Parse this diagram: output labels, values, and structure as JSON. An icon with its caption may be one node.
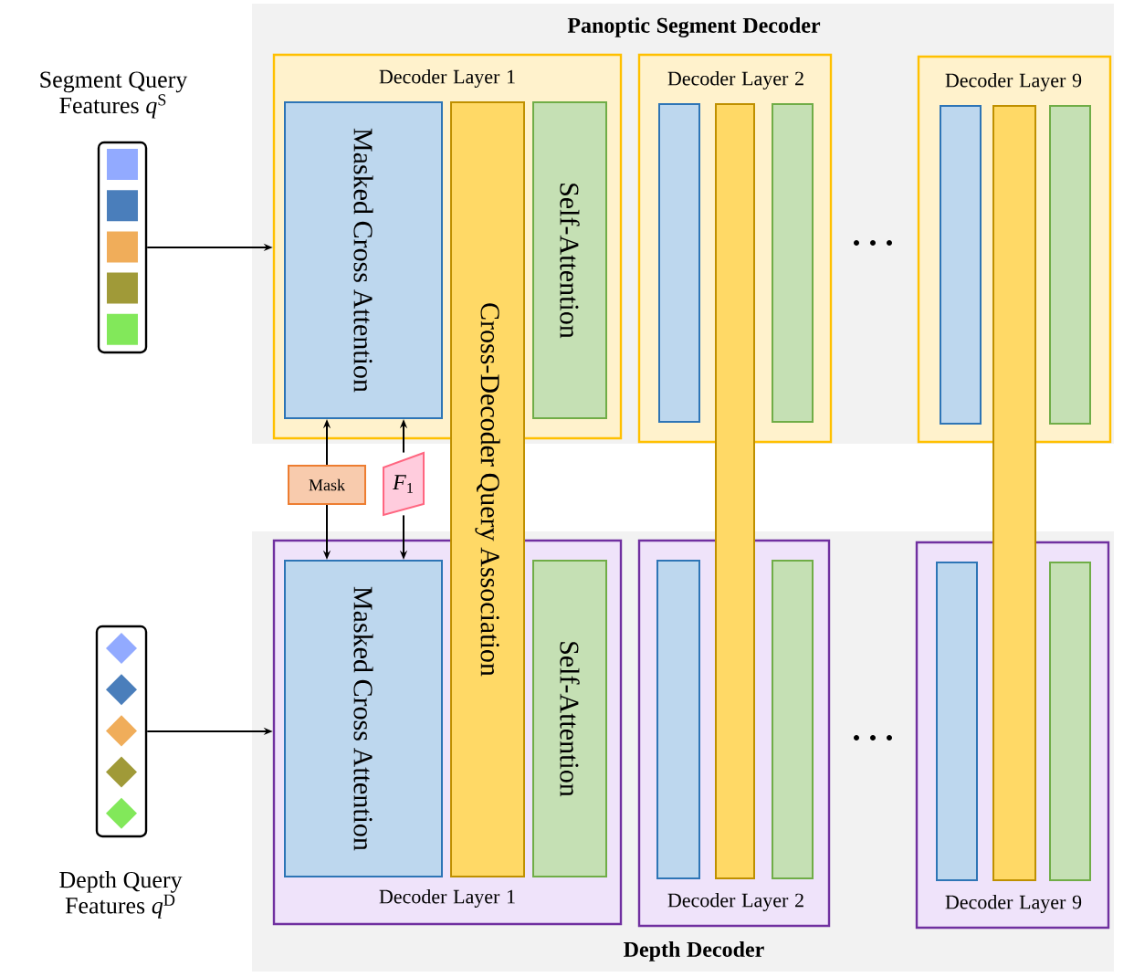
{
  "diagram": {
    "nodes": [
      {
        "text": [
          "Panoptic Segment Decoder"
        ]
      },
      {
        "text": [
          "Decoder Layer 1"
        ],
        "in": 0
      },
      {
        "text": [
          "Masked Cross Attention"
        ],
        "in": 1
      },
      {
        "text": [
          "Self-Attention"
        ],
        "in": 1
      },
      {
        "text": [
          "Decoder Layer 2"
        ],
        "in": 0
      },
      {
        "text": [],
        "shape": "bar",
        "in": 4
      },
      {
        "text": [],
        "shape": "bar",
        "in": 4
      },
      {
        "text": [
          "Decoder Layer 9"
        ],
        "in": 0
      },
      {
        "text": [],
        "shape": "bar",
        "in": 7
      },
      {
        "text": [],
        "shape": "bar",
        "in": 7
      },
      {
        "text": [
          "Depth Decoder"
        ]
      },
      {
        "text": [
          "Decoder Layer 1"
        ],
        "in": 10
      },
      {
        "text": [
          "Masked Cross Attention"
        ],
        "in": 11
      },
      {
        "text": [
          "Self-Attention"
        ],
        "in": 11
      },
      {
        "text": [
          "Decoder Layer 2"
        ],
        "in": 10
      },
      {
        "text": [],
        "shape": "bar",
        "in": 14
      },
      {
        "text": [],
        "shape": "bar",
        "in": 14
      },
      {
        "text": [
          "Decoder Layer 9"
        ],
        "in": 10
      },
      {
        "text": [],
        "shape": "bar",
        "in": 17
      },
      {
        "text": [],
        "shape": "bar",
        "in": 17
      },
      {
        "text": [
          "Cross-Decoder Query Association"
        ]
      },
      {
        "text": [],
        "shape": "bar"
      },
      {
        "text": [],
        "shape": "bar"
      },
      {
        "text": [
          "Mask"
        ]
      },
      {
        "text": [
          "*F*$_{1}$"
        ]
      },
      {
        "text": [
          "Segment Query Features *q*$^{S}$"
        ]
      },
      {
        "text": [
          "Depth Query Features *q*$^{D}$"
        ]
      }
    ],
    "edges": [
      {
        "from": 25,
        "to": 1,
        "arrow": "to"
      },
      {
        "from": 26,
        "to": 11,
        "arrow": "to"
      },
      {
        "from": 23,
        "to": 2,
        "arrow": "to"
      },
      {
        "from": 23,
        "to": 12,
        "arrow": "to"
      },
      {
        "from": 24,
        "to": 2,
        "arrow": "to"
      },
      {
        "from": 24,
        "to": 12,
        "arrow": "to"
      }
    ]
  }
}
